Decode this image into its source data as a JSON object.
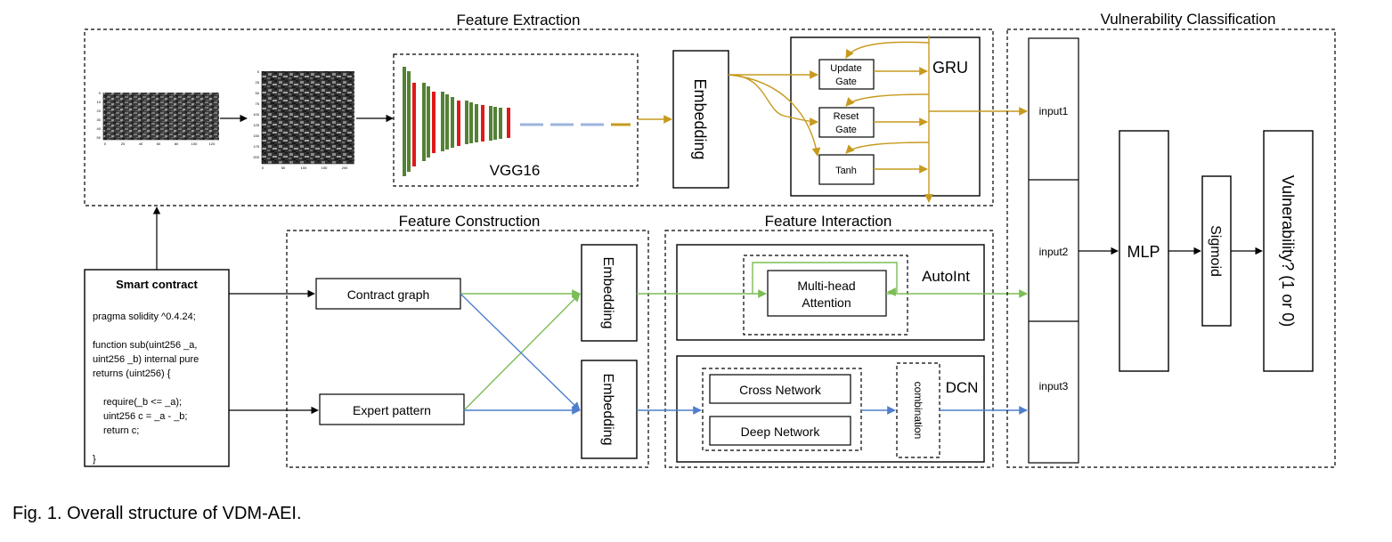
{
  "sections": {
    "feature_extraction": "Feature Extraction",
    "vulnerability_classification": "Vulnerability Classification",
    "feature_construction": "Feature Construction",
    "feature_interaction": "Feature Interaction"
  },
  "extraction": {
    "vgg_label": "VGG16",
    "embedding_label": "Embedding",
    "gru_label": "GRU",
    "update_gate": [
      "Update",
      "Gate"
    ],
    "reset_gate": [
      "Reset",
      "Gate"
    ],
    "tanh": "Tanh",
    "image1_yticks": [
      "0",
      "10",
      "20",
      "30",
      "40",
      "50"
    ],
    "image1_xticks": [
      "0",
      "20",
      "40",
      "60",
      "80",
      "100",
      "120"
    ],
    "image2_yticks": [
      "0",
      "25",
      "50",
      "75",
      "100",
      "125",
      "150",
      "175",
      "200"
    ],
    "image2_xticks": [
      "0",
      "50",
      "100",
      "150",
      "200"
    ]
  },
  "smart_contract": {
    "title": "Smart contract",
    "lines": [
      "pragma solidity ^0.4.24;",
      "",
      "function sub(uint256 _a,",
      "uint256 _b) internal pure",
      "returns (uint256) {",
      "",
      "    require(_b <= _a);",
      "    uint256 c = _a - _b;",
      "    return c;",
      "",
      "}"
    ]
  },
  "construction": {
    "contract_graph": "Contract graph",
    "expert_pattern": "Expert pattern",
    "embedding_top": "Embedding",
    "embedding_bottom": "Embedding"
  },
  "interaction": {
    "autoint_label": "AutoInt",
    "multihead": [
      "Multi-head",
      "Attention"
    ],
    "dcn_label": "DCN",
    "cross_network": "Cross Network",
    "deep_network": "Deep Network",
    "combination": "combination"
  },
  "classification": {
    "inputs": [
      "input1",
      "input2",
      "input3"
    ],
    "mlp": "MLP",
    "sigmoid": "Sigmoid",
    "output": "Vulnerability? (1 or 0)"
  },
  "caption": "Fig. 1. Overall structure of VDM-AEI.",
  "colors": {
    "gold": "#c79a1e",
    "green": "#7cbd55",
    "blue": "#4f7fcb",
    "vgg_green": "#548235",
    "vgg_red": "#e0191b",
    "dash_blue": "#9cb4dc"
  }
}
